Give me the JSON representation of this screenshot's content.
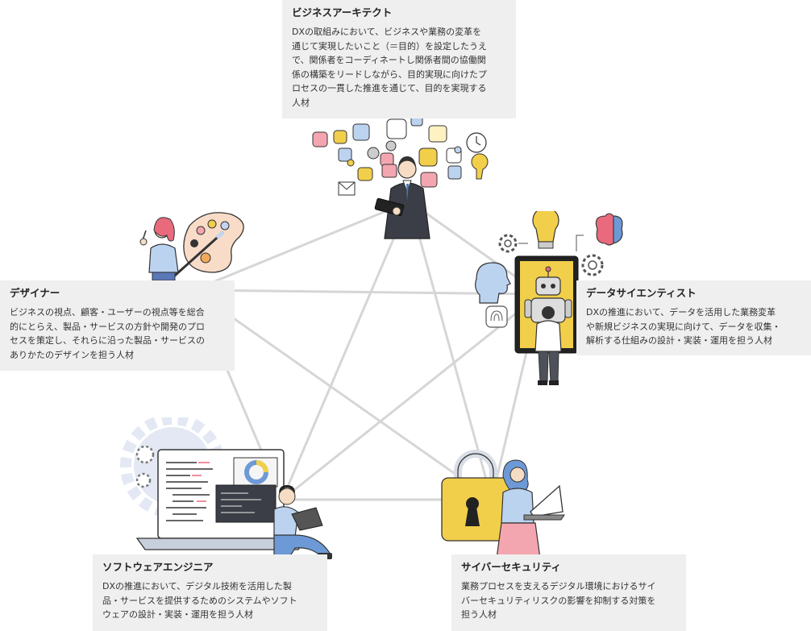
{
  "roles": {
    "architect": {
      "title": "ビジネスアーキテクト",
      "description": "DXの取組みにおいて、ビジネスや業務の変革を\n通じて実現したいこと（＝目的）を設定したうえ\nで、関係者をコーディネートし関係者間の協働関\n係の構築をリードしながら、目的実現に向けたプ\nロセスの一貫した推進を通じて、目的を実現する\n人材"
    },
    "designer": {
      "title": "デザイナー",
      "description": "ビジネスの視点、顧客・ユーザーの視点等を総合\n的にとらえ、製品・サービスの方針や開発のプロ\nセスを策定し、それらに沿った製品・サービスの\nありかたのデザインを担う人材"
    },
    "data_scientist": {
      "title": "データサイエンティスト",
      "description": "DXの推進において、データを活用した業務変革\nや新規ビジネスの実現に向けて、データを収集・\n解析する仕組みの設計・実装・運用を担う人材"
    },
    "software_engineer": {
      "title": "ソフトウェアエンジニア",
      "description": "DXの推進において、デジタル技術を活用した製\n品・サービスを提供するためのシステムやソフト\nウェアの設計・実装・運用を担う人材"
    },
    "cyber_security": {
      "title": "サイバーセキュリティ",
      "description": "業務プロセスを支えるデジタル環境におけるサイ\nバーセキュリティリスクの影響を抑制する対策を\n担う人材"
    }
  },
  "illustrations": {
    "architect": "businessman-with-tablet-and-app-icons",
    "designer": "woman-with-paint-palette",
    "data_scientist": "man-with-robot-screen",
    "software_engineer": "man-with-laptop-and-gears",
    "cyber_security": "woman-with-padlock-and-laptop"
  },
  "colors": {
    "card_bg": "#efefef",
    "line": "#d6d6d6",
    "padlock": "#f2cf4a",
    "gear_light": "#e3e8f4"
  }
}
